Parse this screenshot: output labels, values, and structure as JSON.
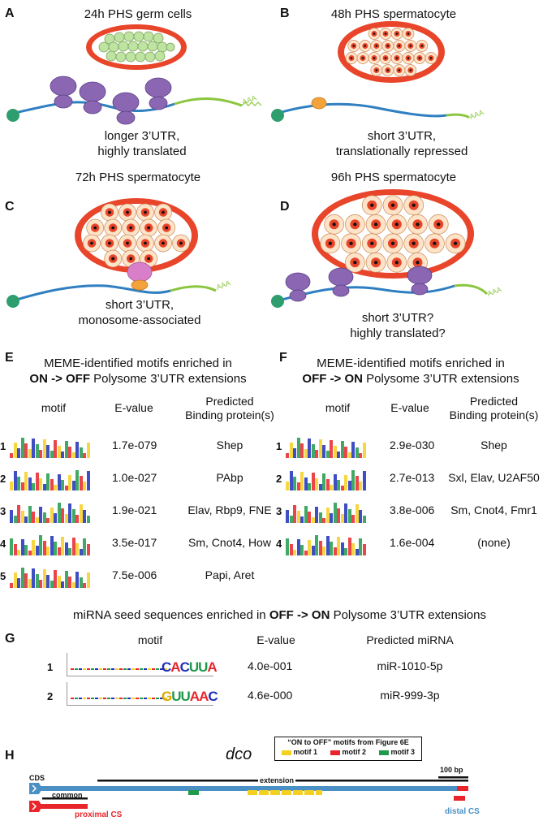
{
  "panels": {
    "A": {
      "label": "A",
      "title": "24h PHS germ cells",
      "caption": [
        "longer 3’UTR,",
        "highly translated"
      ],
      "tail": "AAA"
    },
    "B": {
      "label": "B",
      "title": "48h PHS spermatocyte",
      "caption": [
        "short 3’UTR,",
        "translationally repressed"
      ],
      "tail": "AAA"
    },
    "C": {
      "label": "C",
      "title": "72h PHS spermatocyte",
      "caption": [
        "short 3’UTR,",
        "monosome-associated"
      ],
      "tail": "AAA"
    },
    "D": {
      "label": "D",
      "title": "96h PHS spermatocyte",
      "caption": [
        "short 3’UTR?",
        "highly translated?"
      ],
      "tail": "AAA"
    }
  },
  "E": {
    "label": "E",
    "title_line1": "MEME-identified motifs enriched in",
    "title_bold": "ON -> OFF",
    "title_rest": " Polysome 3’UTR extensions",
    "headers": {
      "motif": "motif",
      "evalue": "E-value",
      "protein": [
        "Predicted",
        "Binding protein(s)"
      ]
    },
    "rows": [
      {
        "n": "1",
        "evalue": "1.7e-079",
        "protein": "Shep"
      },
      {
        "n": "2",
        "evalue": "1.0e-027",
        "protein": "PAbp"
      },
      {
        "n": "3",
        "evalue": "1.9e-021",
        "protein": "Elav, Rbp9, FNE"
      },
      {
        "n": "4",
        "evalue": "3.5e-017",
        "protein": "Sm, Cnot4, How"
      },
      {
        "n": "5",
        "evalue": "7.5e-006",
        "protein": "Papi, Aret"
      }
    ]
  },
  "F": {
    "label": "F",
    "title_line1": "MEME-identified motifs enriched in",
    "title_bold": "OFF -> ON",
    "title_rest": " Polysome 3’UTR extensions",
    "headers": {
      "motif": "motif",
      "evalue": "E-value",
      "protein": [
        "Predicted",
        "Binding protein(s)"
      ]
    },
    "rows": [
      {
        "n": "1",
        "evalue": "2.9e-030",
        "protein": "Shep"
      },
      {
        "n": "2",
        "evalue": "2.7e-013",
        "protein": "Sxl, Elav, U2AF50"
      },
      {
        "n": "3",
        "evalue": "3.8e-006",
        "protein": "Sm, Cnot4, Fmr1"
      },
      {
        "n": "4",
        "evalue": "1.6e-004",
        "protein": "(none)"
      }
    ]
  },
  "G": {
    "label": "G",
    "title_pre": "miRNA seed sequences enriched in ",
    "title_bold": "OFF -> ON",
    "title_rest": " Polysome 3’UTR extensions",
    "headers": {
      "motif": "motif",
      "evalue": "E-value",
      "mirna": "Predicted miRNA"
    },
    "rows": [
      {
        "n": "1",
        "seed": "CACUUA",
        "evalue": "4.0e-001",
        "mirna": "miR-1010-5p"
      },
      {
        "n": "2",
        "seed": "GUUAAC",
        "evalue": "4.6e-000",
        "mirna": "miR-999-3p"
      }
    ]
  },
  "H": {
    "label": "H",
    "gene": "dco",
    "legend_title": "“ON to OFF” motifs from Figure 6E",
    "legend": [
      {
        "name": "motif 1",
        "color": "#f5d020"
      },
      {
        "name": "motif 2",
        "color": "#e8252b"
      },
      {
        "name": "motif 3",
        "color": "#1e9a4a"
      }
    ],
    "scale": "100 bp",
    "cds": "CDS",
    "extension": "extension",
    "common": "common",
    "proximal": "proximal CS",
    "distal": "distal CS"
  },
  "colors": {
    "mrna": "#2f7fc1",
    "utr": "#8cc63f",
    "polysome": "#8a66b3",
    "cell_red": "#e8452a",
    "germ": "#bfe3a1",
    "cap": "#2e9e6e",
    "monosome": "#d97fc9",
    "repressor": "#f4a23c",
    "proximal": "#e8252b",
    "distal": "#4a90c4"
  }
}
